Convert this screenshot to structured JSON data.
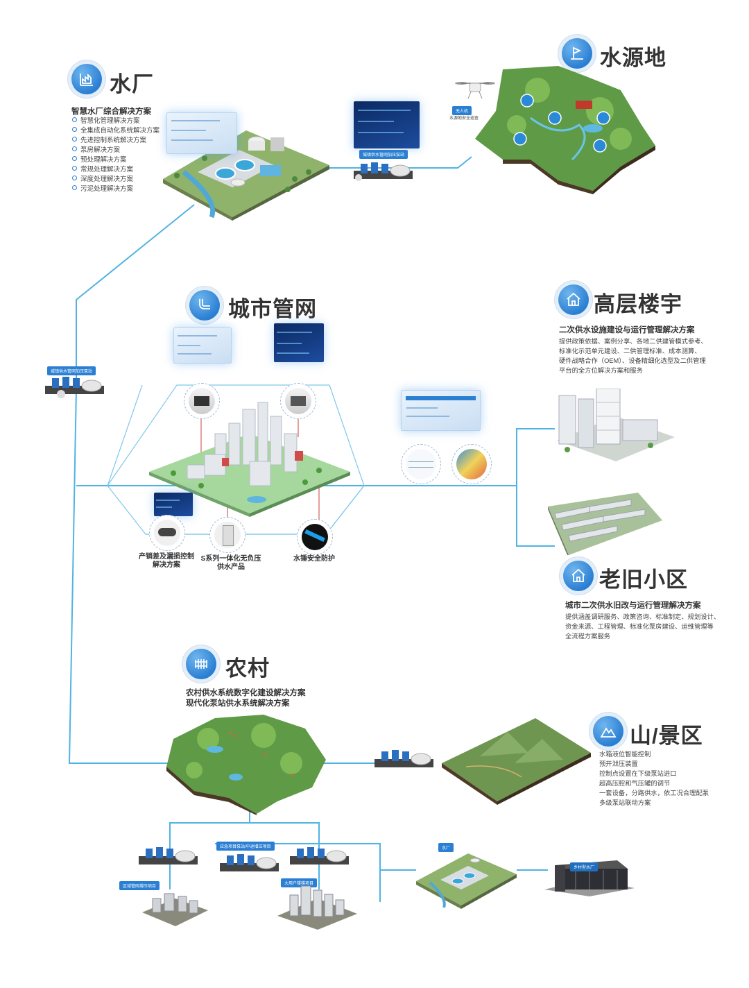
{
  "sections": {
    "water_plant": {
      "title": "水厂",
      "subtitle": "智慧水厂综合解决方案",
      "items": [
        "智慧化管理解决方案",
        "全集成自动化系统解决方案",
        "先进控制系统解决方案",
        "泵房解决方案",
        "预处理解决方案",
        "常规处理解决方案",
        "深度处理解决方案",
        "污泥处理解决方案"
      ]
    },
    "water_source": {
      "title": "水源地",
      "drone_tag": "无人机",
      "drone_caption": "水源地安全巡查"
    },
    "city_network": {
      "title": "城市管网",
      "captions": {
        "leak": "产销差及漏损控制\n解决方案",
        "s_series": "S系列一体化无负压\n供水产品",
        "hammer": "水锤安全防护"
      }
    },
    "high_rise": {
      "title": "高层楼宇",
      "subtitle": "二次供水设施建设与运行管理解决方案",
      "desc": "提供政策依据、案例分享、各地二供建管模式参考、\n标准化示范单元建设、二供管理标准、成本测算、\n硬件战略合作（OEM）、设备精细化选型及二供管理\n平台的全方位解决方案和服务"
    },
    "old_community": {
      "title": "老旧小区",
      "subtitle": "城市二次供水旧改与运行管理解决方案",
      "desc": "提供涵盖调研服务、政策咨询、标准制定、规划设计、\n资金来源、工程管理、标准化泵房建设、运维管理等\n全流程方案服务"
    },
    "rural": {
      "title": "农村",
      "subtitle_1": "农村供水系统数字化建设解决方案",
      "subtitle_2": "现代化泵站供水系统解决方案"
    },
    "mountain": {
      "title": "山/景区",
      "items": [
        "水箱液位智能控制",
        "预开泄压装置",
        "控制点设置在下级泵站进口",
        "超高压腔和气压罐的调节",
        "一套设备，分路供水，依工况合理配泵",
        "多级泵站联动方案"
      ]
    }
  },
  "tags": {
    "pump_top": "城镇供水管网加压泵站",
    "pump_left": "城镇供水管网加压泵站",
    "emergency": "应急项目泵站/中途增压项目",
    "district": "区域管网增压项目",
    "high_user": "大用户楼梯项目",
    "plant_small": "水厂",
    "village_plant": "乡村型水厂"
  },
  "colors": {
    "accent": "#2b7fd3",
    "line": "#4fb3e3",
    "text": "#333333"
  },
  "icons": {
    "water_plant": "factory-chart-icon",
    "water_source": "flag-water-icon",
    "city_network": "pipe-icon",
    "high_rise": "house-icon",
    "old_community": "house-icon",
    "rural": "radiator-icon",
    "mountain": "mountain-icon"
  }
}
